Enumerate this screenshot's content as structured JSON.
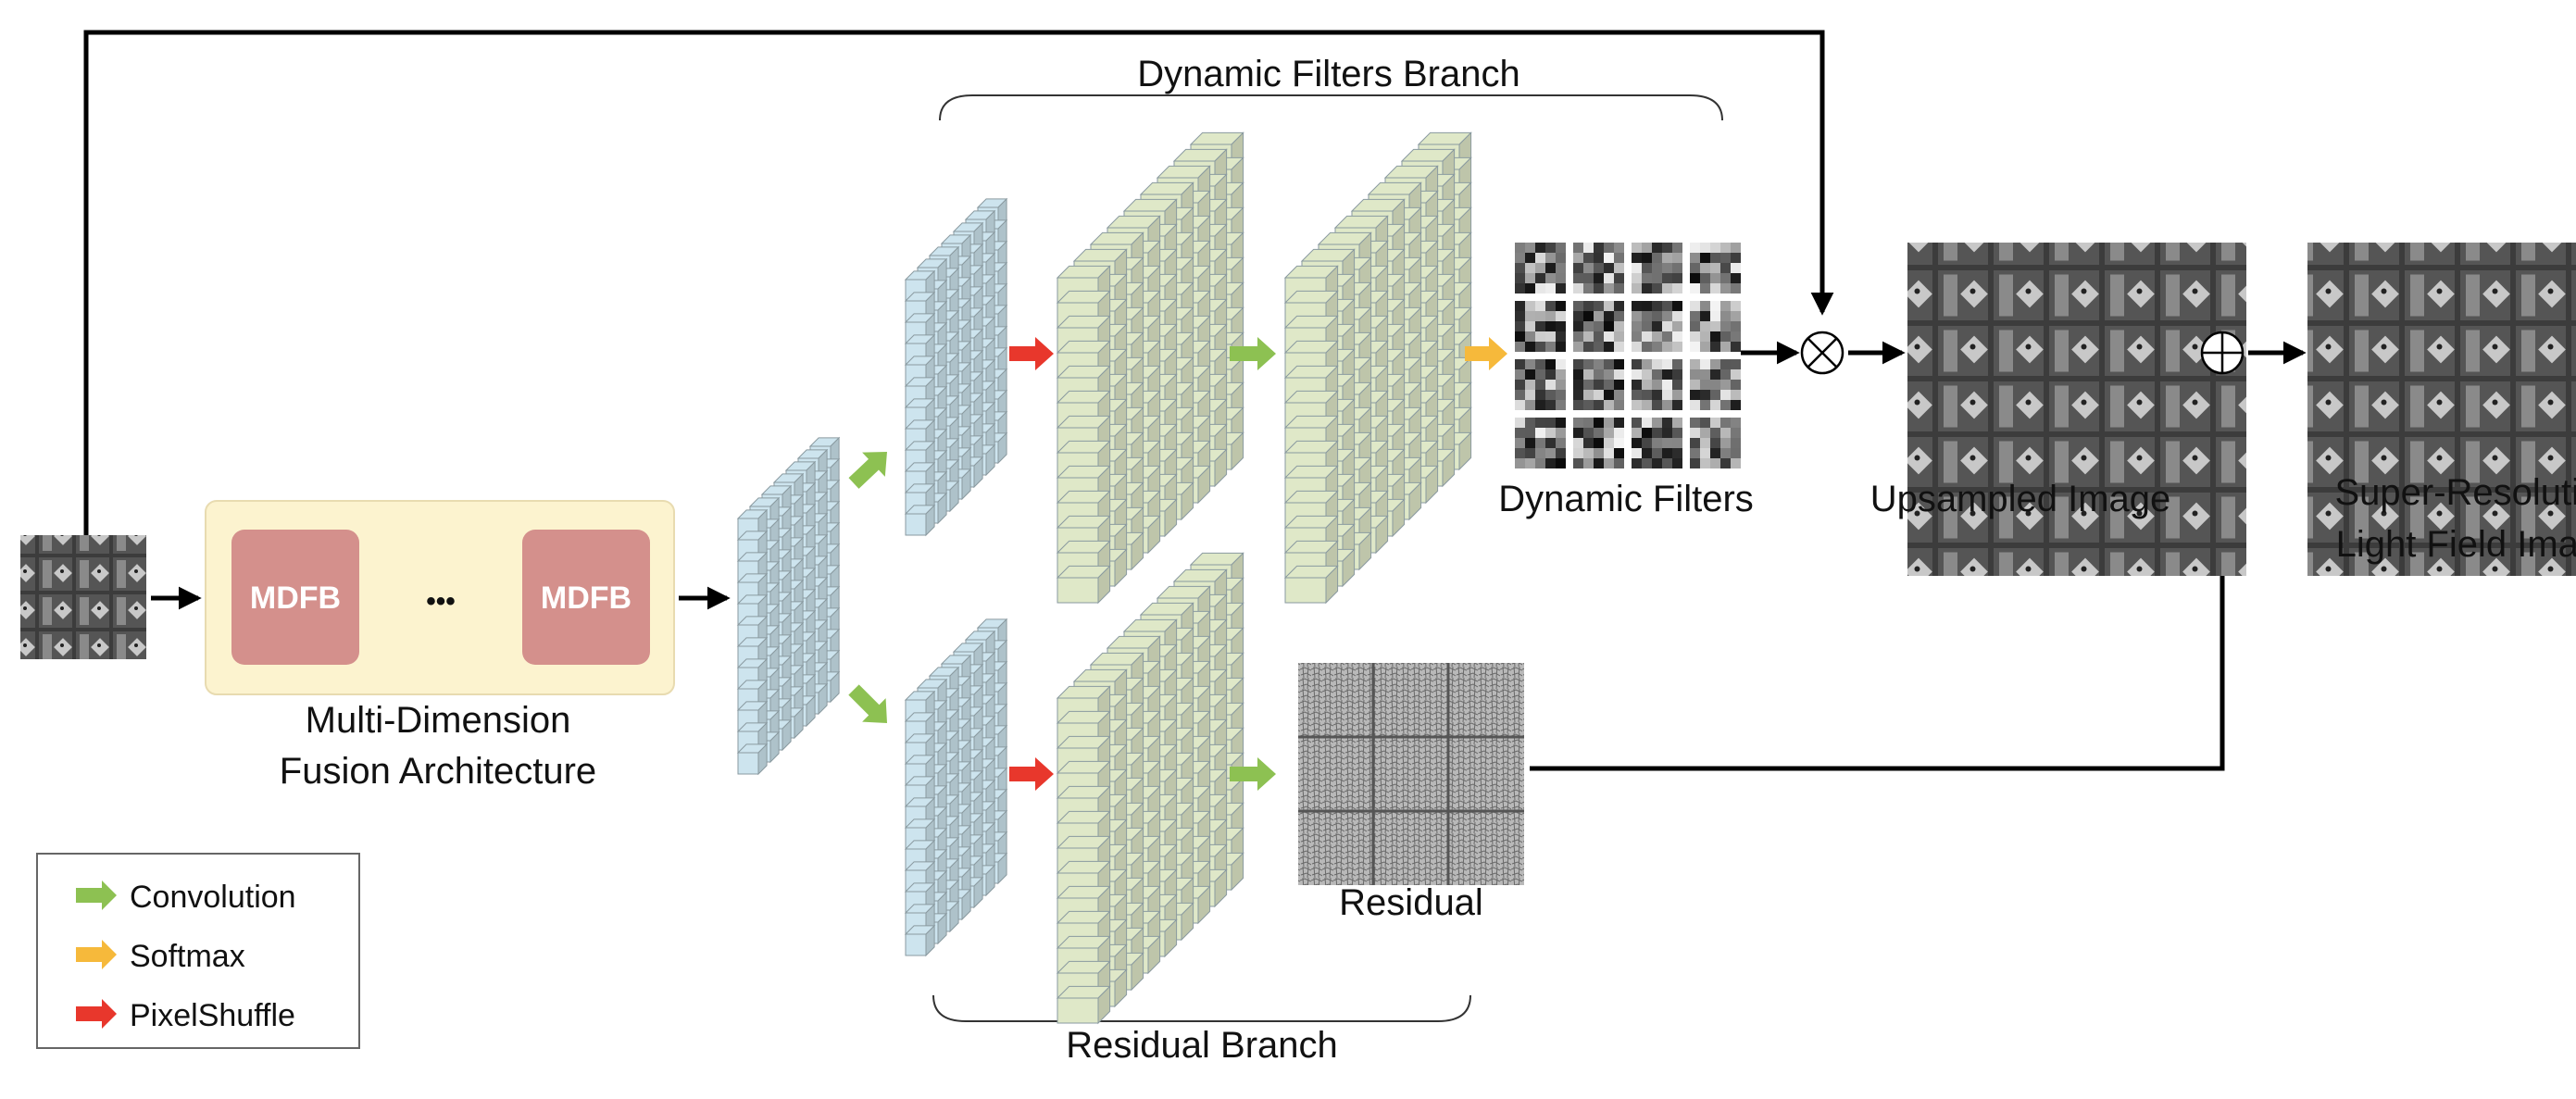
{
  "title": "",
  "mdfb_label": "MDFB",
  "ellipsis": "•••",
  "fusion_label_line1": "Multi-Dimension",
  "fusion_label_line2": "Fusion Architecture",
  "dynamic_branch_label": "Dynamic Filters Branch",
  "residual_branch_label": "Residual Branch",
  "dynamic_filters_label": "Dynamic Filters",
  "upsampled_label": "Upsampled Image",
  "residual_label": "Residual",
  "sr_label_line1": "Super-Resolution",
  "sr_label_line2": "Light Field Image",
  "multiply_symbol": "⊗",
  "add_symbol": "⊕",
  "legend": {
    "items": [
      {
        "label": "Convolution",
        "color": "#8dc152"
      },
      {
        "label": "Softmax",
        "color": "#f6b93b"
      },
      {
        "label": "PixelShuffle",
        "color": "#e8372c"
      }
    ]
  },
  "colors": {
    "fusion_bg": "#fcf3cf",
    "mdfb": "#d4908c",
    "feature_blue": "#cde4ee",
    "feature_green": "#dfe8c8",
    "convolution": "#8dc152",
    "softmax": "#f6b93b",
    "pixelshuffle": "#e8372c"
  }
}
